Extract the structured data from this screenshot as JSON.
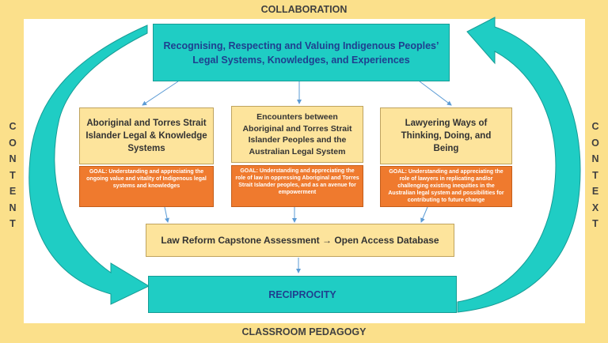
{
  "frame": {
    "top": "COLLABORATION",
    "bottom": "CLASSROOM PEDAGOGY",
    "left": [
      "C",
      "O",
      "N",
      "T",
      "E",
      "N",
      "T"
    ],
    "right": [
      "C",
      "O",
      "N",
      "T",
      "E",
      "X",
      "T"
    ]
  },
  "top_box": {
    "line1": "Recognising, Respecting and Valuing Indigenous Peoples’",
    "line2": "Legal Systems, Knowledges, and Experiences"
  },
  "columns": [
    {
      "title": "Aboriginal and Torres Strait Islander Legal & Knowledge Systems",
      "goal": "GOAL: Understanding and appreciating the ongoing value and vitality of Indigenous legal systems and knowledges"
    },
    {
      "title": "Encounters between Aboriginal and Torres Strait Islander Peoples and the Australian Legal System",
      "goal": "GOAL: Understanding and appreciating the role of law in oppressing Aboriginal and Torres Strait Islander peoples, and as an avenue for empowerment"
    },
    {
      "title": "Lawyering Ways of Thinking, Doing, and Being",
      "goal": "GOAL: Understanding and appreciating the role of lawyers in replicating and/or challenging existing inequities in the Australian legal system and possibilities for contributing to future change"
    }
  ],
  "capstone": "Law Reform Capstone Assessment → Open Access Database",
  "reciprocity": "RECIPROCITY",
  "colors": {
    "frame": "#fbe08b",
    "teal": "#1fcdc4",
    "cream": "#fde49c",
    "orange": "#ef7a2e",
    "title_blue": "#1f3f8f"
  }
}
